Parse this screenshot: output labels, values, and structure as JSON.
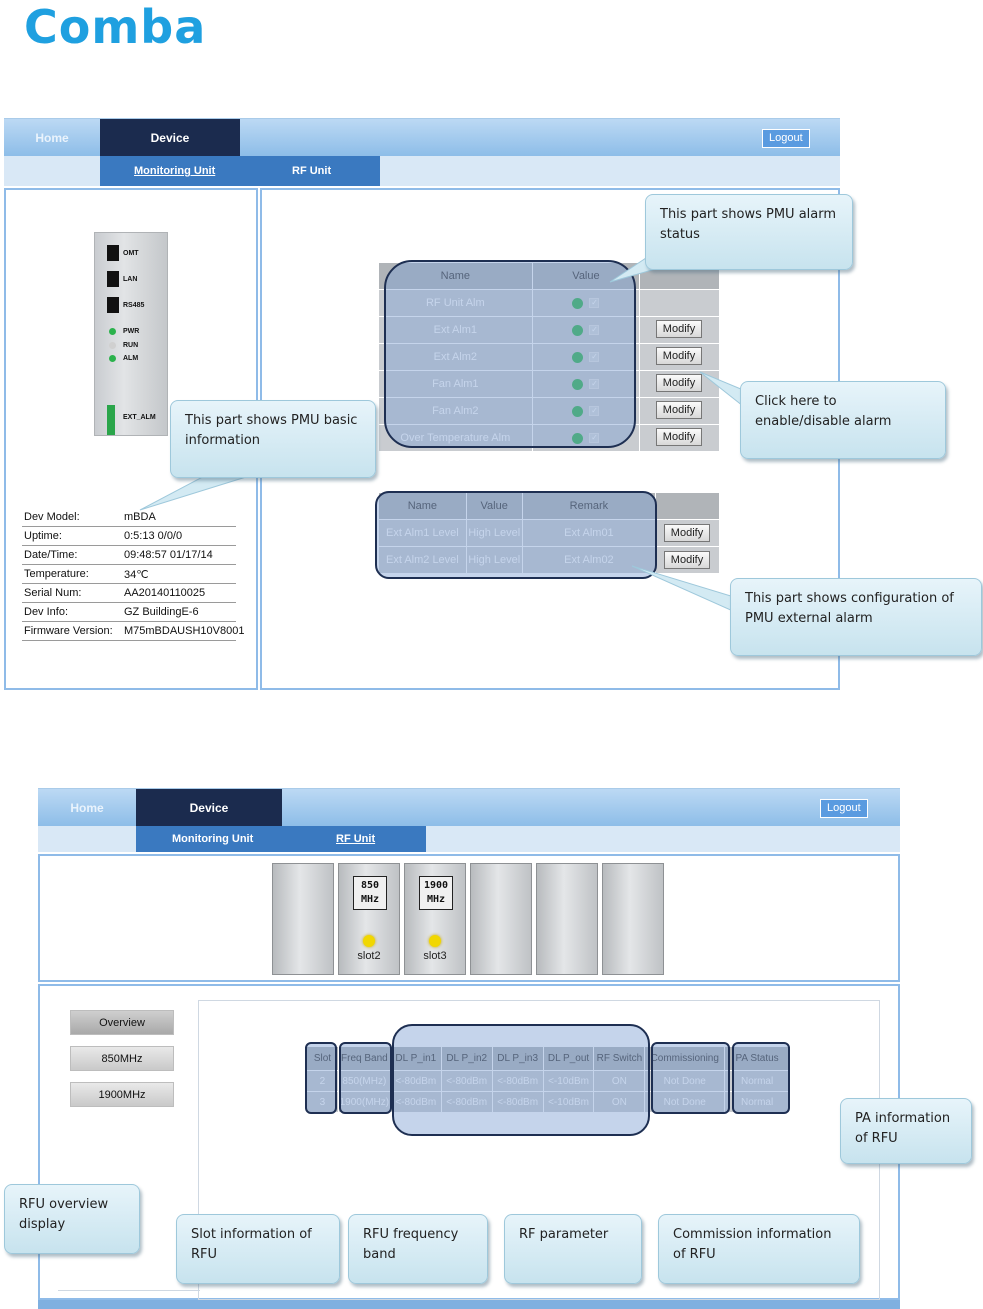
{
  "brand": {
    "logo_text": "Comba"
  },
  "screen1": {
    "nav": {
      "home": "Home",
      "device": "Device",
      "logout": "Logout"
    },
    "subnav": {
      "monitoring_unit": "Monitoring Unit",
      "rf_unit": "RF Unit"
    },
    "device_panel": {
      "ports": [
        "OMT",
        "LAN",
        "RS485"
      ],
      "leds": [
        {
          "label": "PWR",
          "color": "#2bb24c"
        },
        {
          "label": "RUN",
          "color": "#d0d0d0"
        },
        {
          "label": "ALM",
          "color": "#2bb24c"
        }
      ],
      "ext_alm_label": "EXT_ALM"
    },
    "info": [
      {
        "key": "Dev Model:",
        "value": "mBDA"
      },
      {
        "key": "Uptime:",
        "value": "0:5:13 0/0/0"
      },
      {
        "key": "Date/Time:",
        "value": "09:48:57 01/17/14"
      },
      {
        "key": "Temperature:",
        "value": "34℃"
      },
      {
        "key": "Serial Num:",
        "value": "AA20140110025"
      },
      {
        "key": "Dev Info:",
        "value": "GZ BuildingE-6"
      },
      {
        "key": "Firmware Version:",
        "value": "M75mBDAUSH10V8001"
      }
    ],
    "alarm_table": {
      "headers": [
        "Name",
        "Value"
      ],
      "rows": [
        "RF Unit Alm",
        "Ext Alm1",
        "Ext Alm2",
        "Fan Alm1",
        "Fan Alm2",
        "Over Temperature Alm"
      ],
      "modify_label": "Modify"
    },
    "ext_table": {
      "headers": [
        "Name",
        "Value",
        "Remark"
      ],
      "rows": [
        {
          "name": "Ext Alm1 Level",
          "value": "High Level",
          "remark": "Ext Alm01"
        },
        {
          "name": "Ext Alm2 Level",
          "value": "High Level",
          "remark": "Ext Alm02"
        }
      ],
      "modify_label": "Modify"
    },
    "callouts": {
      "basic_info": "This part shows PMU basic information",
      "alarm_status": "This part shows PMU alarm status",
      "enable_disable": "Click here to enable/disable alarm",
      "ext_config": "This part shows configuration of PMU external alarm"
    }
  },
  "screen2": {
    "nav": {
      "home": "Home",
      "device": "Device",
      "logout": "Logout"
    },
    "subnav": {
      "monitoring_unit": "Monitoring Unit",
      "rf_unit": "RF Unit"
    },
    "slots": [
      {
        "band": "",
        "name": ""
      },
      {
        "band": "850 MHz",
        "name": "slot2"
      },
      {
        "band": "1900 MHz",
        "name": "slot3"
      },
      {
        "band": "",
        "name": ""
      },
      {
        "band": "",
        "name": ""
      },
      {
        "band": "",
        "name": ""
      }
    ],
    "side_buttons": [
      "Overview",
      "850MHz",
      "1900MHz"
    ],
    "rfu_table": {
      "headers": [
        "Slot",
        "Freq Band",
        "DL P_in1",
        "DL P_in2",
        "DL P_in3",
        "DL P_out",
        "RF Switch",
        "Commissioning",
        "PA Status"
      ],
      "rows": [
        [
          "2",
          "850(MHz)",
          "<-80dBm",
          "<-80dBm",
          "<-80dBm",
          "<-10dBm",
          "ON",
          "Not Done",
          "Normal"
        ],
        [
          "3",
          "1900(MHz)",
          "<-80dBm",
          "<-80dBm",
          "<-80dBm",
          "<-10dBm",
          "ON",
          "Not Done",
          "Normal"
        ]
      ]
    },
    "callouts": {
      "overview": "RFU overview display",
      "slot_info": "Slot information of RFU",
      "freq_band": "RFU frequency band",
      "rf_param": "RF parameter",
      "commission": "Commission information of RFU",
      "pa_info": "PA information of RFU"
    }
  }
}
